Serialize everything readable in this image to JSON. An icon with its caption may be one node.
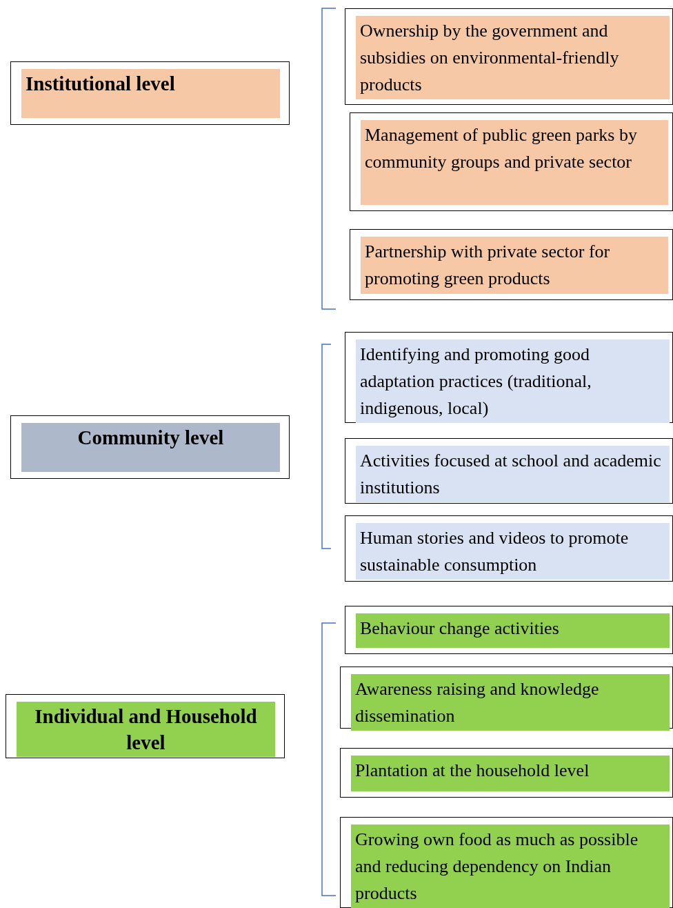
{
  "diagram": {
    "nodes": [
      {
        "text": [
          "Institutional level"
        ]
      },
      {
        "text": [
          "Ownership by the government and subsidies on environmental-friendly products"
        ]
      },
      {
        "text": [
          "Management of public green parks by community groups and private sector"
        ]
      },
      {
        "text": [
          "Partnership with private sector for promoting green products"
        ]
      },
      {
        "text": [
          "Community level"
        ]
      },
      {
        "text": [
          "Identifying and promoting good adaptation practices (traditional, indigenous, local)"
        ]
      },
      {
        "text": [
          "Activities focused at school and academic institutions"
        ]
      },
      {
        "text": [
          "Human stories and videos to promote sustainable consumption"
        ]
      },
      {
        "text": [
          "Individual and Household level"
        ]
      },
      {
        "text": [
          "Behaviour change activities"
        ]
      },
      {
        "text": [
          "Awareness raising and knowledge dissemination"
        ]
      },
      {
        "text": [
          "Plantation at the household level"
        ]
      },
      {
        "text": [
          "Growing own food as much as possible and reducing dependency on Indian products"
        ]
      }
    ]
  }
}
